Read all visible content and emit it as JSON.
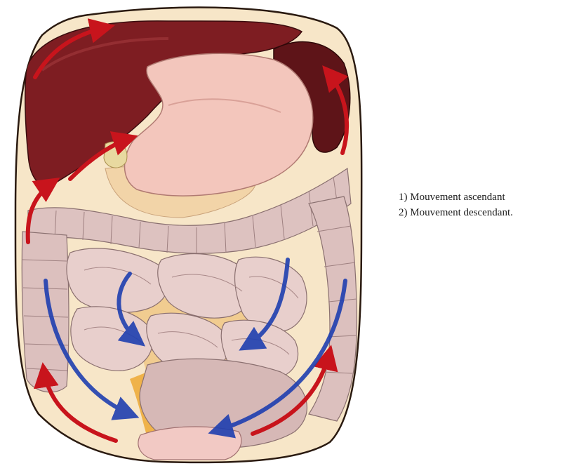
{
  "legend": {
    "items": [
      {
        "number": "1)",
        "label": "Mouvement ascendant",
        "color": "#c8141c"
      },
      {
        "number": "2)",
        "label": "Mouvement descendant.",
        "color": "#1f3fb0"
      }
    ]
  },
  "colors": {
    "abdomen_outline": "#2a1a10",
    "abdomen_fill": "#f7e6c8",
    "liver": "#7e1d22",
    "spleen": "#5e1418",
    "stomach": "#f3c6bc",
    "intestine": "#ddc2c0",
    "intestine_outline": "#8a7070",
    "pelvic_fat": "#efb24a",
    "ascending_arrow": "#c8141c",
    "descending_arrow": "#1f3fb0"
  }
}
